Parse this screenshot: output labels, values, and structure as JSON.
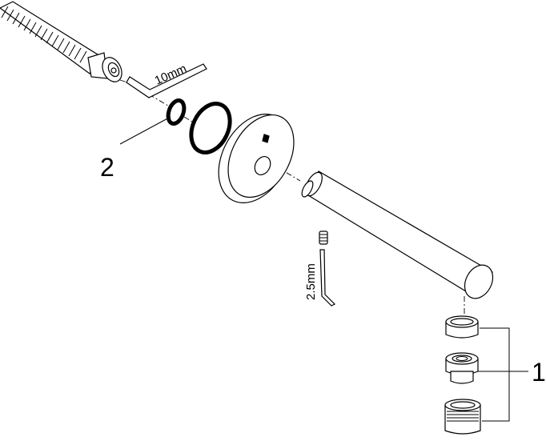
{
  "callouts": {
    "part_1": "1",
    "part_2": "2"
  },
  "dimensions": {
    "hex_key_large": "10mm",
    "hex_key_small": "2.5mm"
  }
}
